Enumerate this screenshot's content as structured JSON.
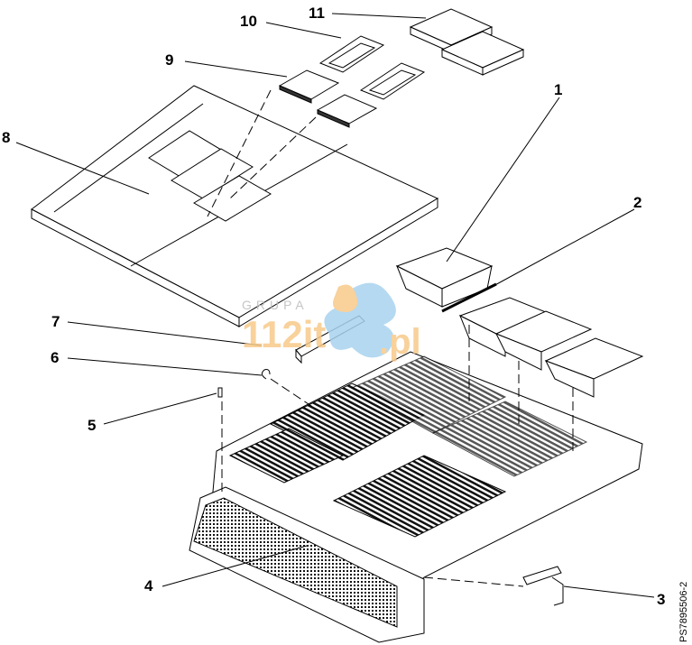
{
  "callouts": [
    {
      "id": "1",
      "label": "1"
    },
    {
      "id": "2",
      "label": "2"
    },
    {
      "id": "3",
      "label": "3"
    },
    {
      "id": "4",
      "label": "4"
    },
    {
      "id": "5",
      "label": "5"
    },
    {
      "id": "6",
      "label": "6"
    },
    {
      "id": "7",
      "label": "7"
    },
    {
      "id": "8",
      "label": "8"
    },
    {
      "id": "9",
      "label": "9"
    },
    {
      "id": "10",
      "label": "10"
    },
    {
      "id": "11",
      "label": "11"
    }
  ],
  "figure_id": "PS7895506-2",
  "watermark": {
    "line1": "GRUPA",
    "line2": "112it.pl",
    "colors": [
      "#f7c98a",
      "#a9d3ef"
    ]
  }
}
